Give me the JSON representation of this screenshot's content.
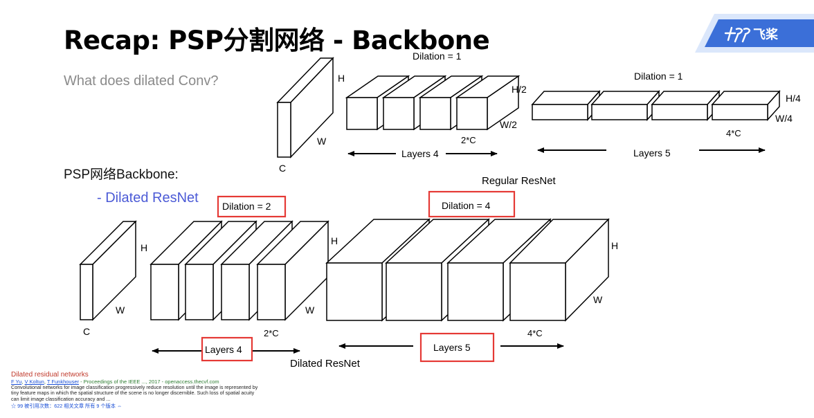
{
  "slide": {
    "title": "Recap: PSP分割网络 - Backbone",
    "subtitle": "What does dilated Conv?",
    "backbone_label": "PSP网络Backbone:",
    "bullet": "-   Dilated ResNet"
  },
  "logo": {
    "text": "飞桨",
    "mark": "paddle-logo-mark"
  },
  "colors": {
    "highlight_box": "#e53935",
    "bullet_text": "#4b5ad6",
    "logo_band": "#dbe7fb"
  },
  "top_diagram": {
    "caption": "Regular ResNet",
    "input_labels": {
      "h": "H",
      "w": "W",
      "c": "C"
    },
    "stage4": {
      "dilation": "Dilation = 1",
      "h": "H/2",
      "w": "W/2",
      "c": "2*C",
      "layers": "Layers 4"
    },
    "stage5": {
      "dilation": "Dilation = 1",
      "h": "H/4",
      "w": "W/4",
      "c": "4*C",
      "layers": "Layers 5"
    }
  },
  "bottom_diagram": {
    "caption": "Dilated ResNet",
    "input_labels": {
      "h": "H",
      "w": "W",
      "c": "C"
    },
    "stage4": {
      "dilation": "Dilation = 2",
      "h": "H",
      "w": "W",
      "c": "2*C",
      "layers": "Layers 4"
    },
    "stage5": {
      "dilation": "Dilation = 4",
      "h": "H",
      "w": "W",
      "c": "4*C",
      "layers": "Layers 5"
    }
  },
  "reference": {
    "title": "Dilated residual networks",
    "authors": [
      "F Yu",
      "V Koltun",
      "T Funkhouser"
    ],
    "source": " - Proceedings of the IEEE ..., 2017 - openaccess.thecvf.com",
    "snippet": "Convolutional networks for image classification progressively reduce resolution until the image is represented by tiny feature maps in which the spatial structure of the scene is no longer discernible. Such loss of spatial acuity can limit image classification accuracy and ...",
    "links": "☆  99  被引用次数：622  相关文章  所有 9 个版本  ⇔"
  }
}
